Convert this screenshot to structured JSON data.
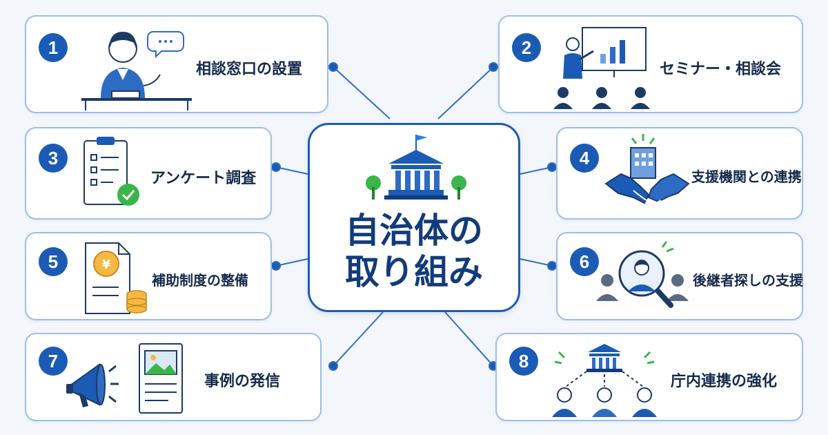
{
  "center": {
    "line1": "自治体の",
    "line2": "取り組み"
  },
  "items": [
    {
      "number": "1",
      "label": "相談窓口の設置",
      "icon": "consultation-desk-icon"
    },
    {
      "number": "2",
      "label": "セミナー・相談会",
      "icon": "seminar-presentation-icon"
    },
    {
      "number": "3",
      "label": "アンケート調査",
      "icon": "survey-clipboard-icon"
    },
    {
      "number": "4",
      "label": "支援機関との連携",
      "icon": "handshake-icon"
    },
    {
      "number": "5",
      "label": "補助制度の整備",
      "icon": "subsidy-document-icon"
    },
    {
      "number": "6",
      "label": "後継者探しの支援",
      "icon": "successor-search-icon"
    },
    {
      "number": "7",
      "label": "事例の発信",
      "icon": "megaphone-icon"
    },
    {
      "number": "8",
      "label": "庁内連携の強化",
      "icon": "internal-cooperation-icon"
    }
  ],
  "colors": {
    "primary": "#1b5bb5",
    "border": "#9dbde6",
    "background": "#f3f7fc",
    "text": "#152a4a",
    "green": "#3bb54a"
  }
}
